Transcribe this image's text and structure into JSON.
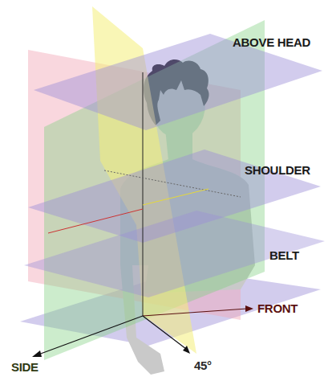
{
  "diagram": {
    "labels": [
      "ABOVE HEAD",
      "SHOULDER",
      "BELT",
      "FRONT",
      "SIDE",
      "45°"
    ]
  }
}
